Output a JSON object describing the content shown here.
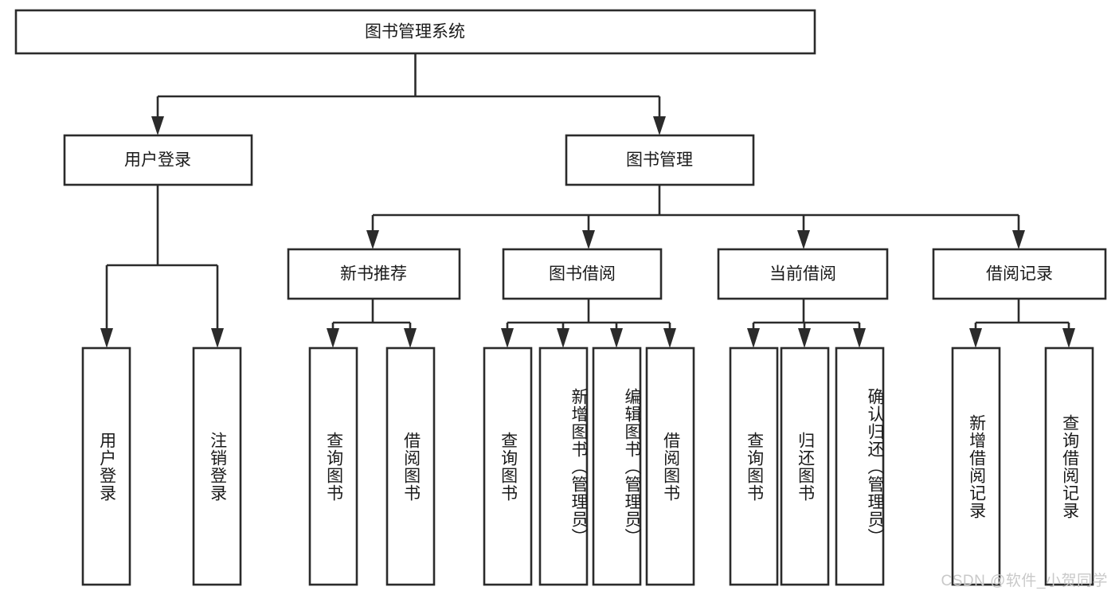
{
  "diagram": {
    "type": "tree-hierarchy",
    "title": "图书管理系统",
    "watermark": "CSDN @软件_小贺同学",
    "colors": {
      "box_stroke": "#2b2b2b",
      "box_fill": "#ffffff",
      "text": "#1a1a1a",
      "connector": "#2b2b2b",
      "watermark": "#c9c9c9",
      "background": "#ffffff"
    },
    "root": {
      "label": "图书管理系统",
      "level": 0
    },
    "level2": [
      {
        "label": "用户登录"
      },
      {
        "label": "图书管理"
      }
    ],
    "level3": [
      {
        "label": "新书推荐"
      },
      {
        "label": "图书借阅"
      },
      {
        "label": "当前借阅"
      },
      {
        "label": "借阅记录"
      }
    ],
    "leaves": {
      "用户登录": [
        {
          "label": "用户登录"
        },
        {
          "label": "注销登录"
        }
      ],
      "新书推荐": [
        {
          "label": "查询图书"
        },
        {
          "label": "借阅图书"
        }
      ],
      "图书借阅": [
        {
          "label": "查询图书"
        },
        {
          "label": "新增图书（管理员）"
        },
        {
          "label": "编辑图书（管理员）"
        },
        {
          "label": "借阅图书"
        }
      ],
      "当前借阅": [
        {
          "label": "查询图书"
        },
        {
          "label": "归还图书"
        },
        {
          "label": "确认归还（管理员）"
        }
      ],
      "借阅记录": [
        {
          "label": "新增借阅记录"
        },
        {
          "label": "查询借阅记录"
        }
      ]
    },
    "nodes": {
      "root": {
        "label": "图书管理系统"
      },
      "user_login": {
        "label": "用户登录"
      },
      "book_manage": {
        "label": "图书管理"
      },
      "new_book_rec": {
        "label": "新书推荐"
      },
      "book_borrow": {
        "label": "图书借阅"
      },
      "current_borrow": {
        "label": "当前借阅"
      },
      "borrow_record": {
        "label": "借阅记录"
      },
      "leaf_user_login": {
        "label": "用户登录"
      },
      "leaf_logout": {
        "label": "注销登录"
      },
      "leaf_nbr_query": {
        "label": "查询图书"
      },
      "leaf_nbr_borrow": {
        "label": "借阅图书"
      },
      "leaf_bb_query": {
        "label": "查询图书"
      },
      "leaf_bb_add": {
        "label": "新增图书（管理员）"
      },
      "leaf_bb_edit": {
        "label": "编辑图书（管理员）"
      },
      "leaf_bb_borrow": {
        "label": "借阅图书"
      },
      "leaf_cb_query": {
        "label": "查询图书"
      },
      "leaf_cb_return": {
        "label": "归还图书"
      },
      "leaf_cb_confirm": {
        "label": "确认归还（管理员）"
      },
      "leaf_br_add": {
        "label": "新增借阅记录"
      },
      "leaf_br_query": {
        "label": "查询借阅记录"
      }
    }
  }
}
